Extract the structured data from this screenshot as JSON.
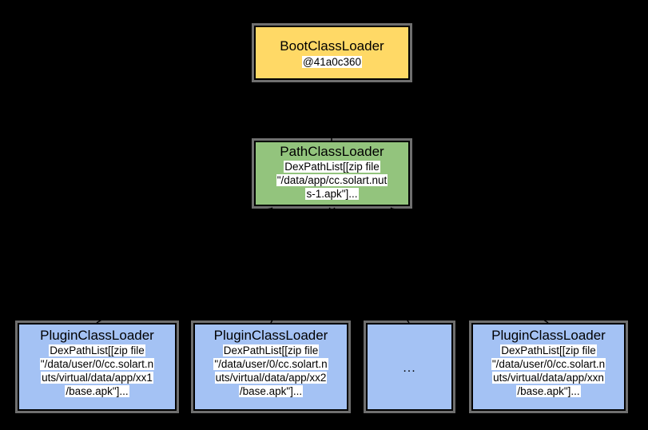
{
  "colors": {
    "background": "#000000",
    "boot_fill": "#FFD966",
    "path_fill": "#93C47D",
    "plugin_fill": "#A4C2F4",
    "box_border": "#000000",
    "label_highlight_bg": "#FFFFFF",
    "shadow_gray": "#6F6F6F",
    "connector": "#000000"
  },
  "nodes": {
    "boot": {
      "title": "BootClassLoader",
      "address": "@41a0c360"
    },
    "path": {
      "title": "PathClassLoader",
      "lines": [
        "DexPathList[[zip file",
        "\"/data/app/cc.solart.nut",
        "s-1.apk\"]..."
      ]
    },
    "plugins": [
      {
        "title": "PluginClassLoader",
        "lines": [
          "DexPathList[[zip file",
          "\"/data/user/0/cc.solart.n",
          "uts/virtual/data/app/xx1",
          "/base.apk\"]..."
        ]
      },
      {
        "title": "PluginClassLoader",
        "lines": [
          "DexPathList[[zip file",
          "\"/data/user/0/cc.solart.n",
          "uts/virtual/data/app/xx2",
          "/base.apk\"]..."
        ]
      },
      {
        "label": "..."
      },
      {
        "title": "PluginClassLoader",
        "lines": [
          "DexPathList[[zip file",
          "\"/data/user/0/cc.solart.n",
          "uts/virtual/data/app/xxn",
          "/base.apk\"]..."
        ]
      }
    ]
  },
  "edges": [
    {
      "from": "PathClassLoader",
      "to": "BootClassLoader"
    },
    {
      "from": "PluginClassLoader-xx1",
      "to": "PathClassLoader"
    },
    {
      "from": "PluginClassLoader-xx2",
      "to": "PathClassLoader"
    },
    {
      "from": "PluginClassLoader-ellipsis",
      "to": "PathClassLoader"
    },
    {
      "from": "PluginClassLoader-xxn",
      "to": "PathClassLoader"
    }
  ]
}
